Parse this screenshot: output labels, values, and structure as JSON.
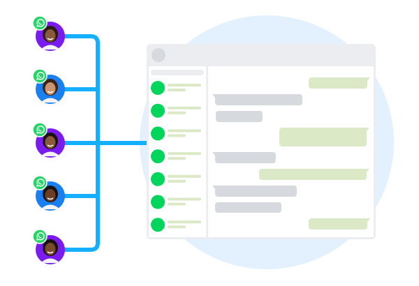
{
  "colors": {
    "backdrop": "#e3f0fd",
    "connector": "#14b0ff",
    "window_chrome": "#ebedf0",
    "contact_dot": "#00d65b",
    "contact_line": "#dbe9c7",
    "bubble_out": "#dbe9c7",
    "bubble_in": "#d6d9de",
    "whatsapp": "#25d366"
  },
  "agents": [
    {
      "name": "agent-1",
      "ring": "#7a1cf0",
      "skin": "#8a5a3c",
      "hair": "#2a1a12"
    },
    {
      "name": "agent-2",
      "ring": "#1a7ff0",
      "skin": "#c99470",
      "hair": "#3a2418"
    },
    {
      "name": "agent-3",
      "ring": "#7a1cf0",
      "skin": "#8b5a3a",
      "hair": "#1a1210"
    },
    {
      "name": "agent-4",
      "ring": "#1a7ff0",
      "skin": "#6b3e26",
      "hair": "#1a1210"
    },
    {
      "name": "agent-5",
      "ring": "#7a1cf0",
      "skin": "#7a4a2c",
      "hair": "#1a1210"
    }
  ],
  "contacts_count": 7,
  "messages": [
    {
      "dir": "out"
    },
    {
      "dir": "in"
    },
    {
      "dir": "in"
    },
    {
      "dir": "out"
    },
    {
      "dir": "in"
    },
    {
      "dir": "out"
    },
    {
      "dir": "in"
    },
    {
      "dir": "in"
    },
    {
      "dir": "out"
    }
  ]
}
